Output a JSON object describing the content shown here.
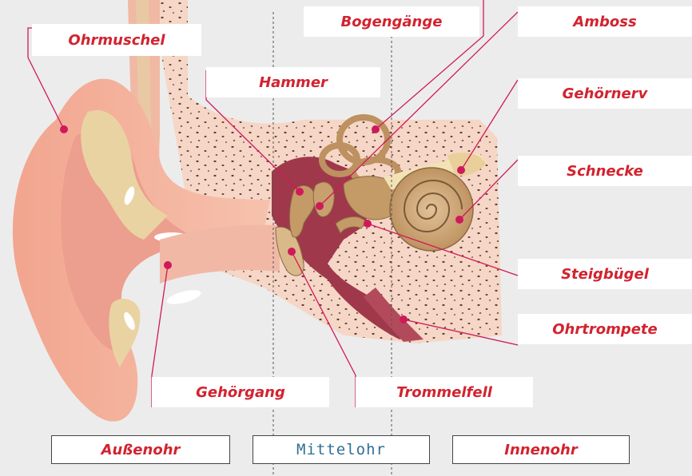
{
  "labels": {
    "ohrmuschel": "Ohrmuschel",
    "bogengaenge": "Bogengänge",
    "amboss": "Amboss",
    "hammer": "Hammer",
    "gehoernerv": "Gehörnerv",
    "schnecke": "Schnecke",
    "steigbuegel": "Steigbügel",
    "ohrtrompete": "Ohrtrompete",
    "gehoergang": "Gehörgang",
    "trommelfell": "Trommelfell"
  },
  "regions": {
    "aussenohr": "Außenohr",
    "mittelohr": "Mittelohr",
    "innenohr": "Innenohr"
  },
  "colors": {
    "label_text": "#d2232f",
    "pointer_dot": "#d0195a",
    "skin": "#f3b9a0",
    "bone": "#f7d9c6",
    "cartilage": "#ead3a3",
    "ossicle": "#c49a66",
    "cavity": "#a0384b",
    "handwriting": "#2f6f96",
    "background": "#ececec"
  }
}
